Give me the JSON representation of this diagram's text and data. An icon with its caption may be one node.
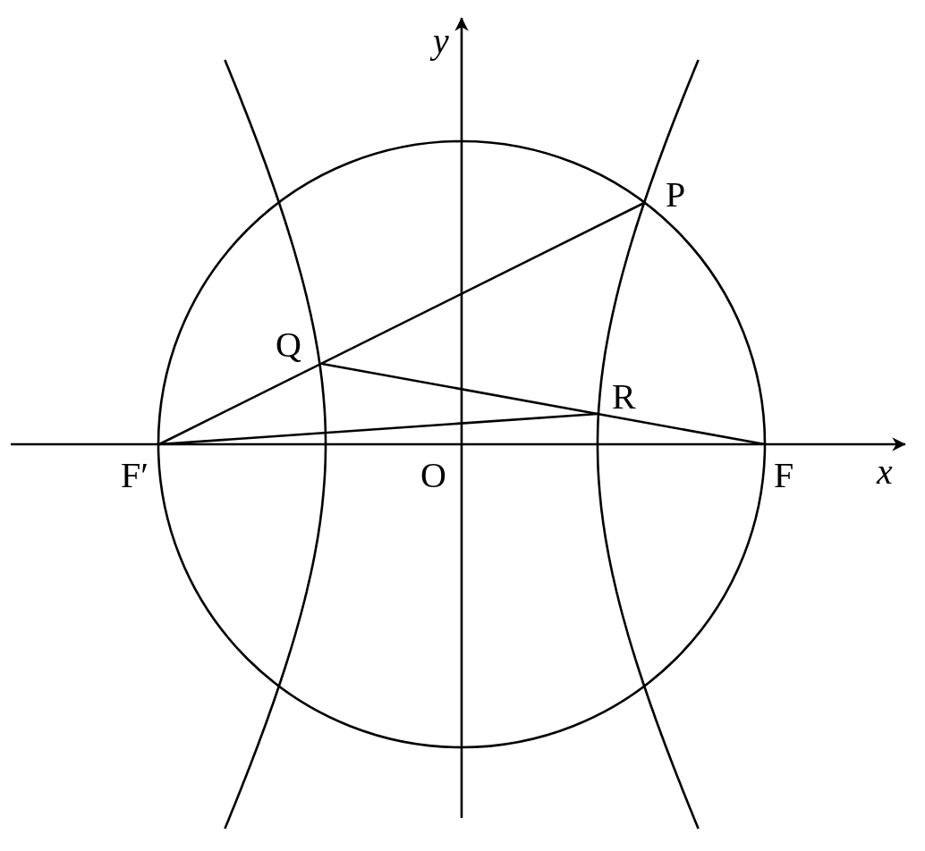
{
  "diagram": {
    "labels": [
      "y",
      "P",
      "Q",
      "R",
      "F′",
      "O",
      "F",
      "x"
    ]
  }
}
